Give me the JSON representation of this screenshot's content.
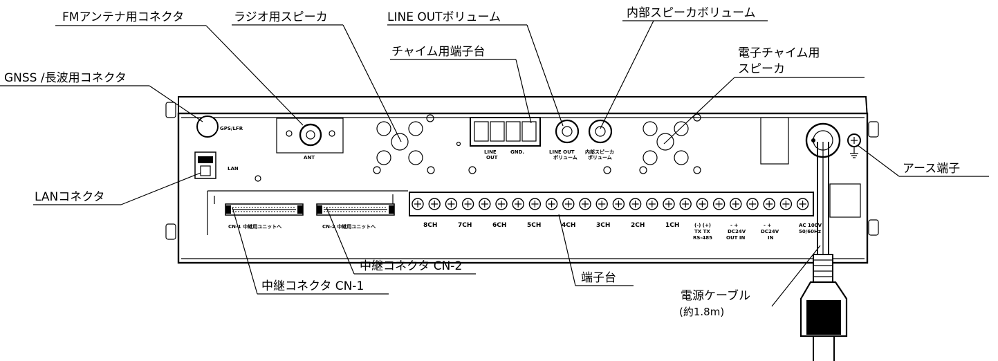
{
  "callouts": {
    "gnss": "GNSS /長波用コネクタ",
    "fm_antenna": "FMアンテナ用コネクタ",
    "radio_speaker": "ラジオ用スピーカ",
    "line_out_volume": "LINE OUTボリューム",
    "chime_terminal": "チャイム用端子台",
    "internal_speaker_volume": "内部スピーカボリューム",
    "chime_speaker_line1": "電子チャイム用",
    "chime_speaker_line2": "スピーカ",
    "earth_terminal": "アース端子",
    "lan_connector": "LANコネクタ",
    "relay_cn2": "中継コネクタ CN-2",
    "relay_cn1": "中継コネクタ CN-1",
    "terminal_block": "端子台",
    "power_cable": "電源ケーブル",
    "power_cable_length": "(約1.8m)"
  },
  "panel": {
    "gnss_port": "GPS/LFR",
    "lan_port": "LAN",
    "ant_port": "ANT",
    "chime_out_a": "LINE",
    "chime_out_b": "OUT",
    "chime_gnd": "GND.",
    "line_out_knob_a": "LINE OUT",
    "line_out_knob_b": "ボリューム",
    "int_spk_knob_a": "内部スピーカ",
    "int_spk_knob_b": "ボリューム",
    "cn1_label": "CN-1 中継用ユニットへ",
    "cn2_label": "CN-2 中継用ユニットへ",
    "ch_labels": [
      "8CH",
      "7CH",
      "6CH",
      "5CH",
      "4CH",
      "3CH",
      "2CH",
      "1CH"
    ],
    "rs_a": "(-) (+)",
    "rs_b": "TX  TX",
    "rs_c": "RS-485",
    "dc1_a": "-  +",
    "dc1_b": "DC24V",
    "dc1_c": "OUT IN",
    "dc2_a": "-  +",
    "dc2_b": "DC24V",
    "dc2_c": "IN",
    "ac_a": "AC 100V",
    "ac_b": "50/60Hz"
  }
}
